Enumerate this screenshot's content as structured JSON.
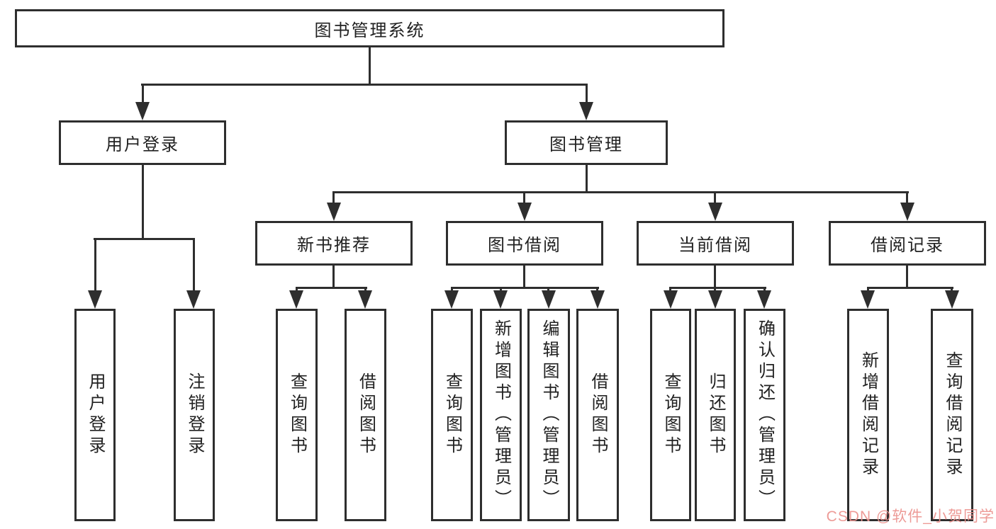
{
  "diagram_title": "图书管理系统",
  "colors": {
    "line": "#2e2e2e",
    "box_border": "#2e2e2e",
    "text": "#212121",
    "background": "#ffffff",
    "watermark": "#eb928e"
  },
  "watermark": {
    "text": "CSDN @软件_小贺同学"
  },
  "nodes": {
    "root": {
      "label": "图书管理系统"
    },
    "user_login": {
      "label": "用户登录"
    },
    "book_mgmt": {
      "label": "图书管理"
    },
    "v_user_login": {
      "label": "用户登录"
    },
    "v_logout": {
      "label": "注销登录"
    },
    "new_books": {
      "label": "新书推荐"
    },
    "book_borrow": {
      "label": "图书借阅"
    },
    "current_borrow": {
      "label": "当前借阅"
    },
    "borrow_records": {
      "label": "借阅记录"
    },
    "nb_query": {
      "label": "查询图书"
    },
    "nb_borrow": {
      "label": "借阅图书"
    },
    "bb_query": {
      "label": "查询图书"
    },
    "bb_add": {
      "label": "新增图书（管理员）"
    },
    "bb_edit": {
      "label": "编辑图书（管理员）"
    },
    "bb_borrow": {
      "label": "借阅图书"
    },
    "cb_query": {
      "label": "查询图书"
    },
    "cb_return": {
      "label": "归还图书"
    },
    "cb_confirm": {
      "label": "确认归还（管理员）"
    },
    "br_add": {
      "label": "新增借阅记录"
    },
    "br_query": {
      "label": "查询借阅记录"
    }
  }
}
